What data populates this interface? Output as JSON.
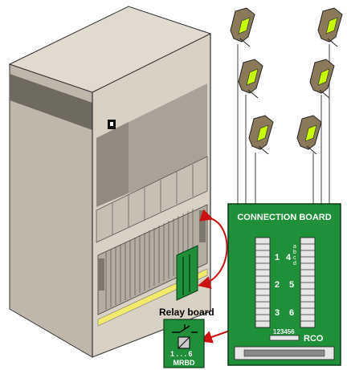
{
  "connection_board": {
    "title": "CONNECTION BOARD",
    "slot_numbers": [
      "1",
      "2",
      "3",
      "4",
      "5",
      "6"
    ],
    "pin_letters": [
      "a",
      "b",
      "c",
      "d"
    ],
    "rco_digits": "123456",
    "rco_label": "RCO",
    "color": "#1f8f3a"
  },
  "relay_board": {
    "caption": "Relay board",
    "range": "1 . . . 6",
    "name": "MRBD",
    "color": "#1f8f3a"
  },
  "colors": {
    "cabinet": "#d8d1c4",
    "cabinet_side": "#bfb8aa",
    "arrow": "#cc1111",
    "handset": "#8a7a5a",
    "handset_accent": "#c8ff00"
  }
}
